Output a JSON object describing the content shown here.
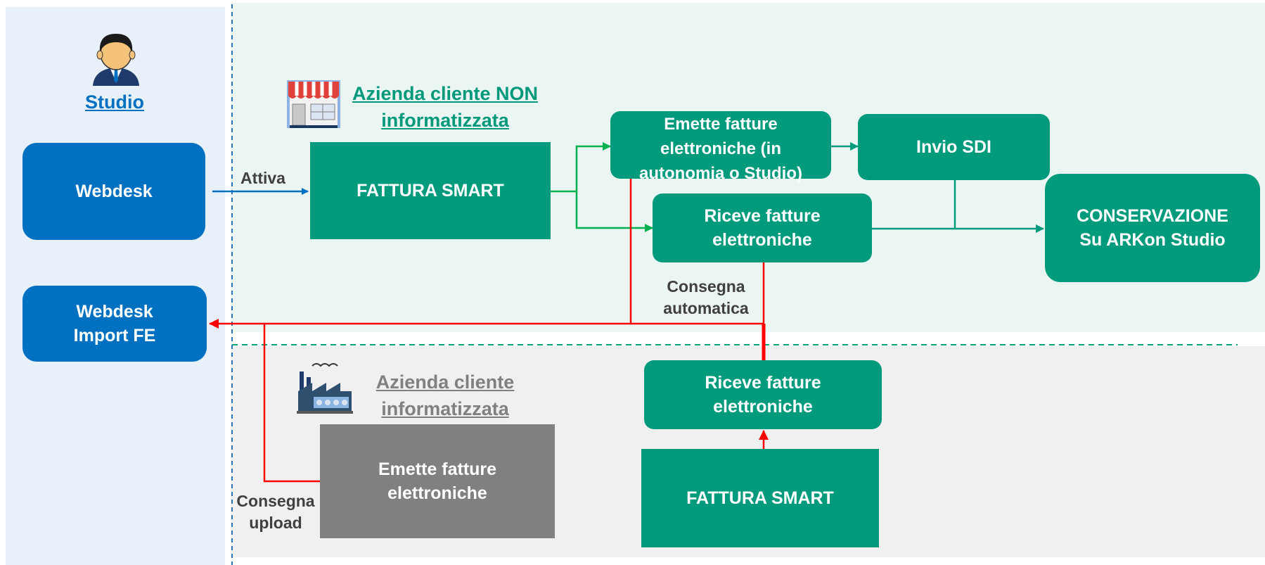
{
  "studio": {
    "label": "Studio",
    "color": "#0070c0"
  },
  "webdesk": {
    "label": "Webdesk"
  },
  "webdesk_import": {
    "label": "Webdesk\nImport FE"
  },
  "azienda_non": {
    "title": "Azienda cliente NON\ninformatizzata",
    "color": "#00997c"
  },
  "azienda_inf": {
    "title": "Azienda cliente\ninformatizzata",
    "color": "#808080"
  },
  "top": {
    "fattura_smart": "FATTURA SMART",
    "emette": "Emette fatture\nelettroniche (in\nautonomia o Studio)",
    "invio_sdi": "Invio SDI",
    "riceve": "Riceve fatture\nelettroniche",
    "conservazione": "CONSERVAZIONE\nSu ARKon Studio"
  },
  "bottom": {
    "riceve": "Riceve fatture\nelettroniche",
    "fattura_smart": "FATTURA SMART",
    "emette": "Emette fatture\nelettroniche"
  },
  "labels": {
    "attiva": "Attiva",
    "consegna_automatica": "Consegna\nautomatica",
    "consegna_upload": "Consegna\nupload"
  },
  "colors": {
    "blue": "#0070c0",
    "teal": "#009a7c",
    "green_arrow": "#00b050",
    "red_arrow": "#ff0000",
    "grey": "#808080"
  }
}
